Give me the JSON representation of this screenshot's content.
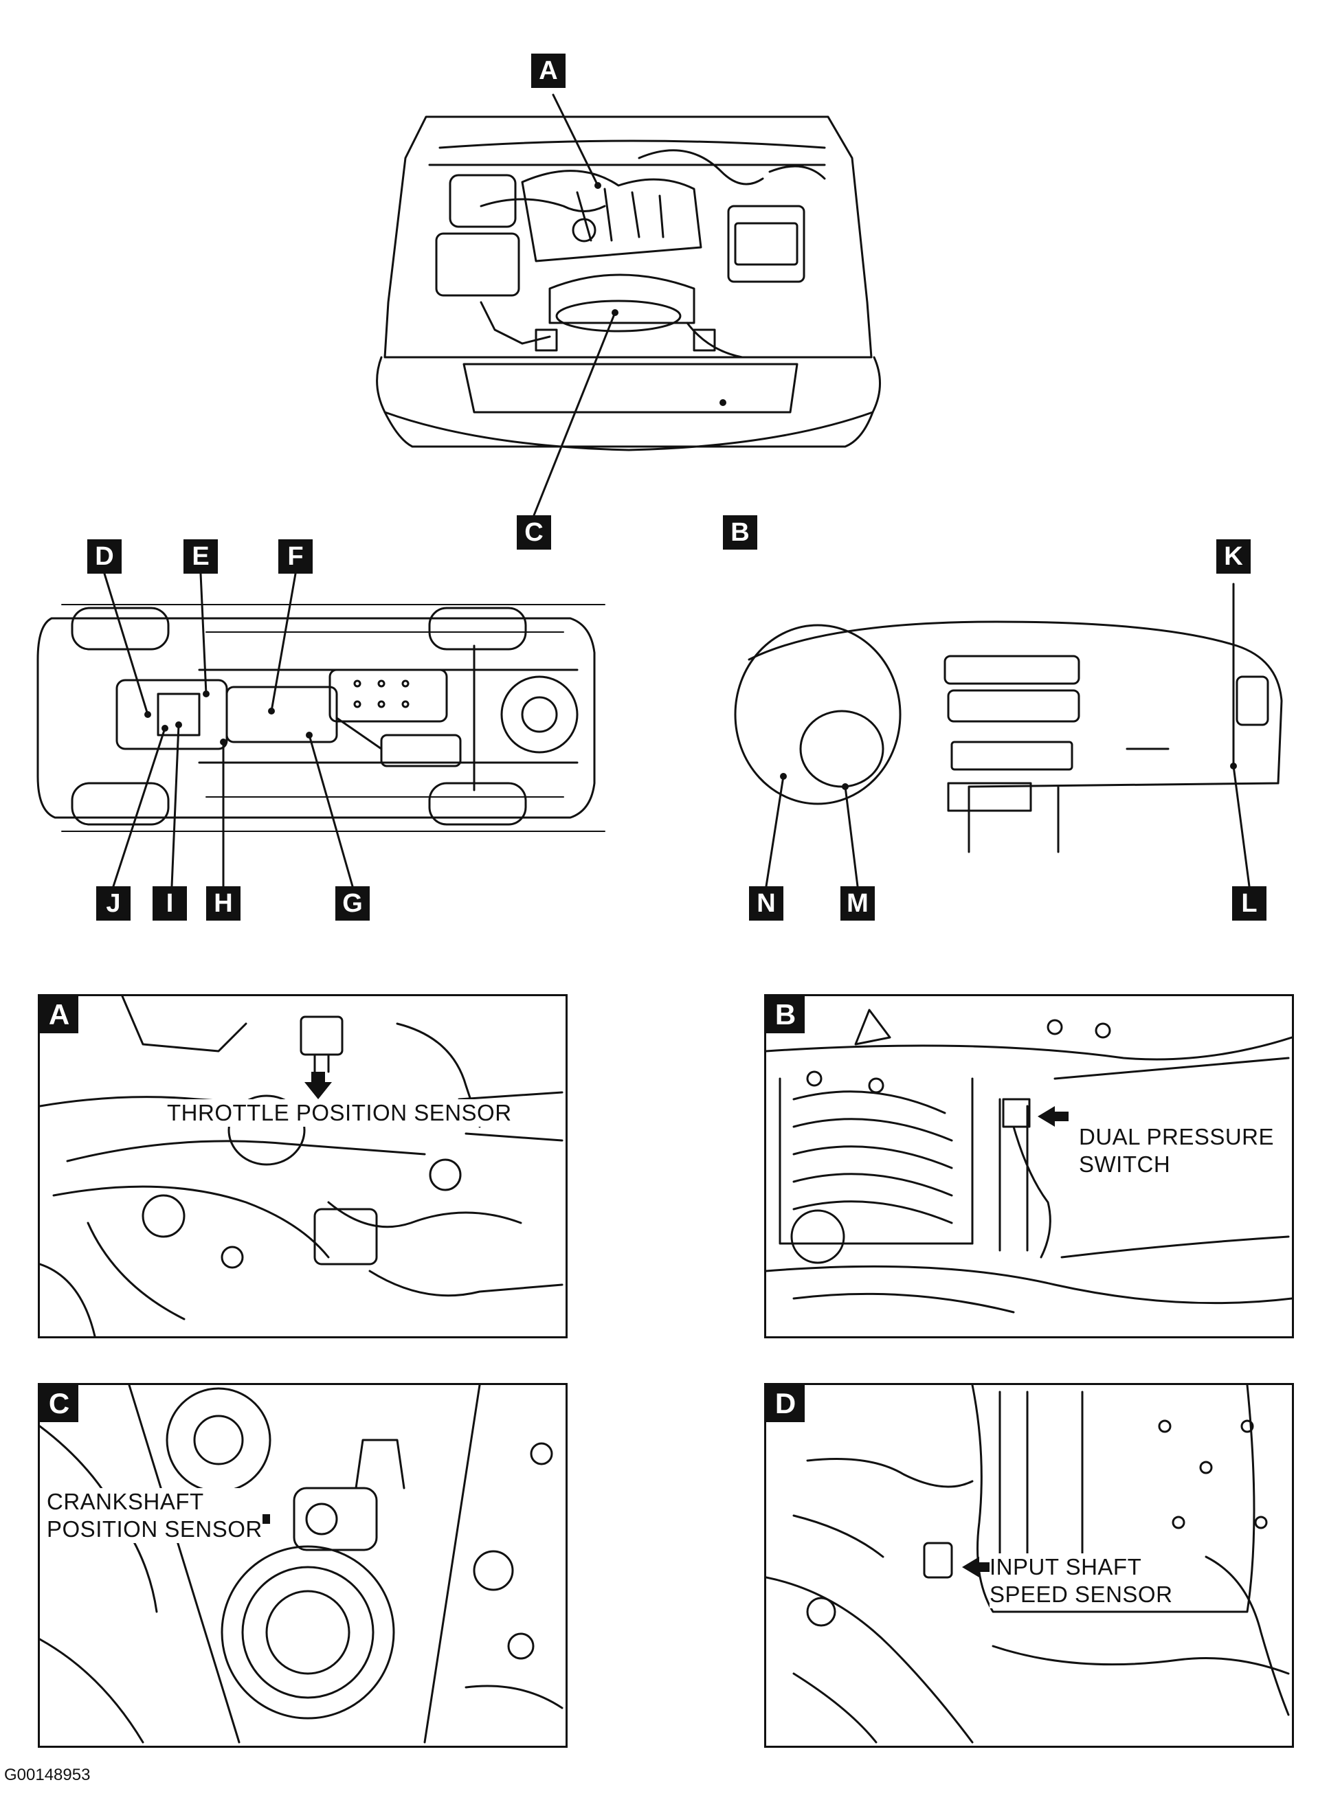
{
  "callouts": {
    "A": "A",
    "B": "B",
    "C": "C",
    "D": "D",
    "E": "E",
    "F": "F",
    "G": "G",
    "H": "H",
    "I": "I",
    "J": "J",
    "K": "K",
    "L": "L",
    "M": "M",
    "N": "N"
  },
  "panels": [
    {
      "tag": "A",
      "label": "THROTTLE POSITION SENSOR"
    },
    {
      "tag": "B",
      "label": "DUAL PRESSURE\nSWITCH"
    },
    {
      "tag": "C",
      "label": "CRANKSHAFT\nPOSITION SENSOR"
    },
    {
      "tag": "D",
      "label": "INPUT SHAFT\nSPEED SENSOR"
    }
  ],
  "figure_id": "G00148953"
}
